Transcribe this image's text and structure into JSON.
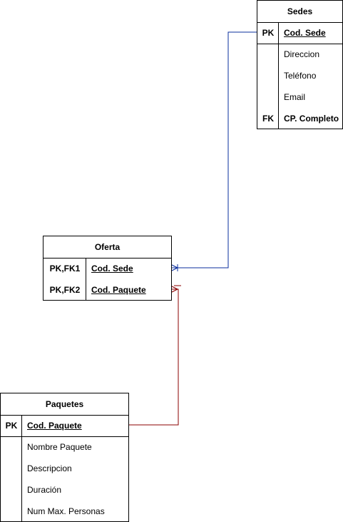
{
  "sedes": {
    "title": "Sedes",
    "rows": [
      {
        "key": "PK",
        "name": "Cod. Sede"
      },
      {
        "key": "",
        "name": "Direccion"
      },
      {
        "key": "",
        "name": "Teléfono"
      },
      {
        "key": "",
        "name": "Email"
      },
      {
        "key": "FK",
        "name": "CP. Completo"
      }
    ]
  },
  "oferta": {
    "title": "Oferta",
    "rows": [
      {
        "key": "PK,FK1",
        "name": "Cod. Sede"
      },
      {
        "key": "PK,FK2",
        "name": "Cod. Paquete"
      }
    ]
  },
  "paquetes": {
    "title": "Paquetes",
    "rows": [
      {
        "key": "PK",
        "name": "Cod. Paquete"
      },
      {
        "key": "",
        "name": "Nombre Paquete"
      },
      {
        "key": "",
        "name": "Descripcion"
      },
      {
        "key": "",
        "name": "Duración"
      },
      {
        "key": "",
        "name": "Num Max. Personas"
      }
    ]
  },
  "colors": {
    "sedes_relation": "#0b2f9e",
    "paquetes_relation": "#8b0000"
  }
}
